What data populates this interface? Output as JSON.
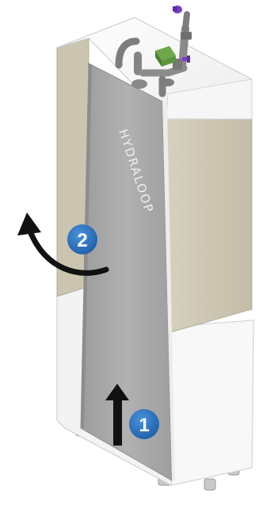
{
  "device": {
    "brand_text": "HYDRALOOP"
  },
  "steps": [
    {
      "number": "1",
      "direction": "up"
    },
    {
      "number": "2",
      "direction": "rotate-left"
    }
  ],
  "colors": {
    "front_panel": "#a7a7a7",
    "side_panel_beige": "#cfc9b7",
    "cabinet_white": "#f2f2f2",
    "pipes": "#8a8a88",
    "valve_green": "#5f9140",
    "valve_purple": "#7a3cc8",
    "step_badge_blue": "#2b72c0",
    "arrow": "#111111"
  }
}
